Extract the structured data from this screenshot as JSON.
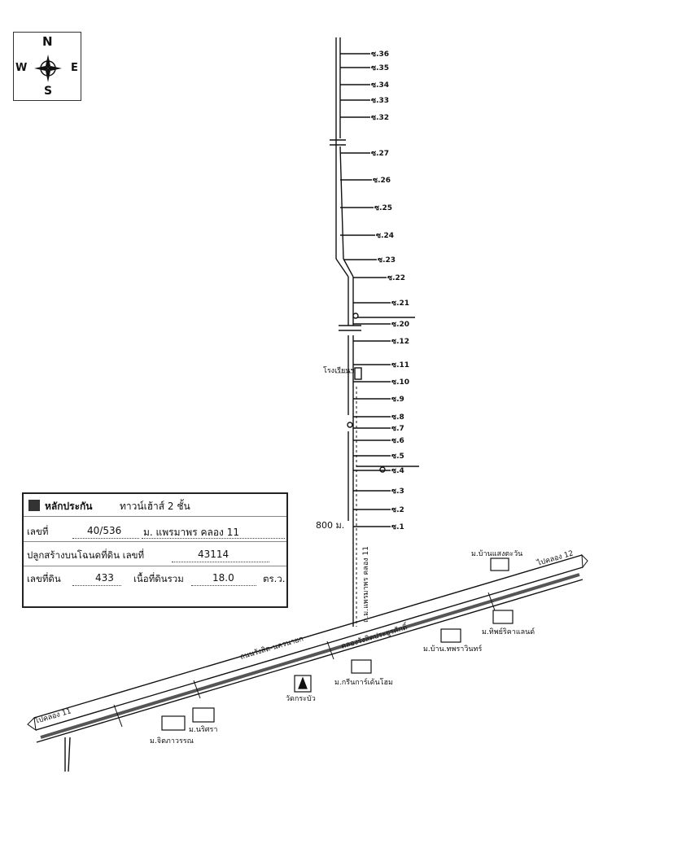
{
  "compass": {
    "north": "N",
    "south": "S",
    "west": "W",
    "east": "E"
  },
  "sois": [
    "ซ.36",
    "ซ.35",
    "ซ.34",
    "ซ.33",
    "ซ.32",
    "ซ.27",
    "ซ.26",
    "ซ.25",
    "ซ.24",
    "ซ.23",
    "ซ.22",
    "ซ.21",
    "ซ.20",
    "ซ.12",
    "ซ.11",
    "ซ.10",
    "ซ.9",
    "ซ.8",
    "ซ.7",
    "ซ.6",
    "ซ.5",
    "ซ.4",
    "ซ.3",
    "ซ.2",
    "ซ.1"
  ],
  "distance_label": "800 ม.",
  "main_road_label": "ถ.ม.แพรมาพร คลอง 11",
  "highway_label": "ถนนรังสิต-นครนายก",
  "canal_label": "คลองรังสิตประยูรศักดิ์",
  "direction_left": "ไปคลอง 11",
  "direction_right": "ไปคลอง 12",
  "small_place_label": "โรงเรียนฯ",
  "landmarks": {
    "baan_saengtawan": "ม.บ้านแสงตะวัน",
    "thip_ricaland": "ม.ทิพย์ริคาแลนด์",
    "baan_thipharin": "ม.บ้าน.ทพราวินทร์",
    "green_tonyom": "ม.กรีนการ์เด้นโฮม",
    "wat_krabua": "วัดกระบัว",
    "narisara": "ม.นริศรา",
    "jitpawan": "ม.จิตภาวรรณ"
  },
  "info": {
    "title": "หลักประกัน",
    "subtitle": "ทาวน์เฮ้าส์ 2 ชั้น",
    "number_label": "เลขที่",
    "number_value": "40/536",
    "village": "ม. แพรมาพร คลอง 11",
    "deed_label": "ปลูกสร้างบนโฉนดที่ดิน เลขที่",
    "deed_value": "43114",
    "land_no_label": "เลขที่ดิน",
    "land_no_value": "433",
    "area_label": "เนื้อที่ดินรวม",
    "area_value": "18.0",
    "area_unit": "ตร.ว."
  }
}
